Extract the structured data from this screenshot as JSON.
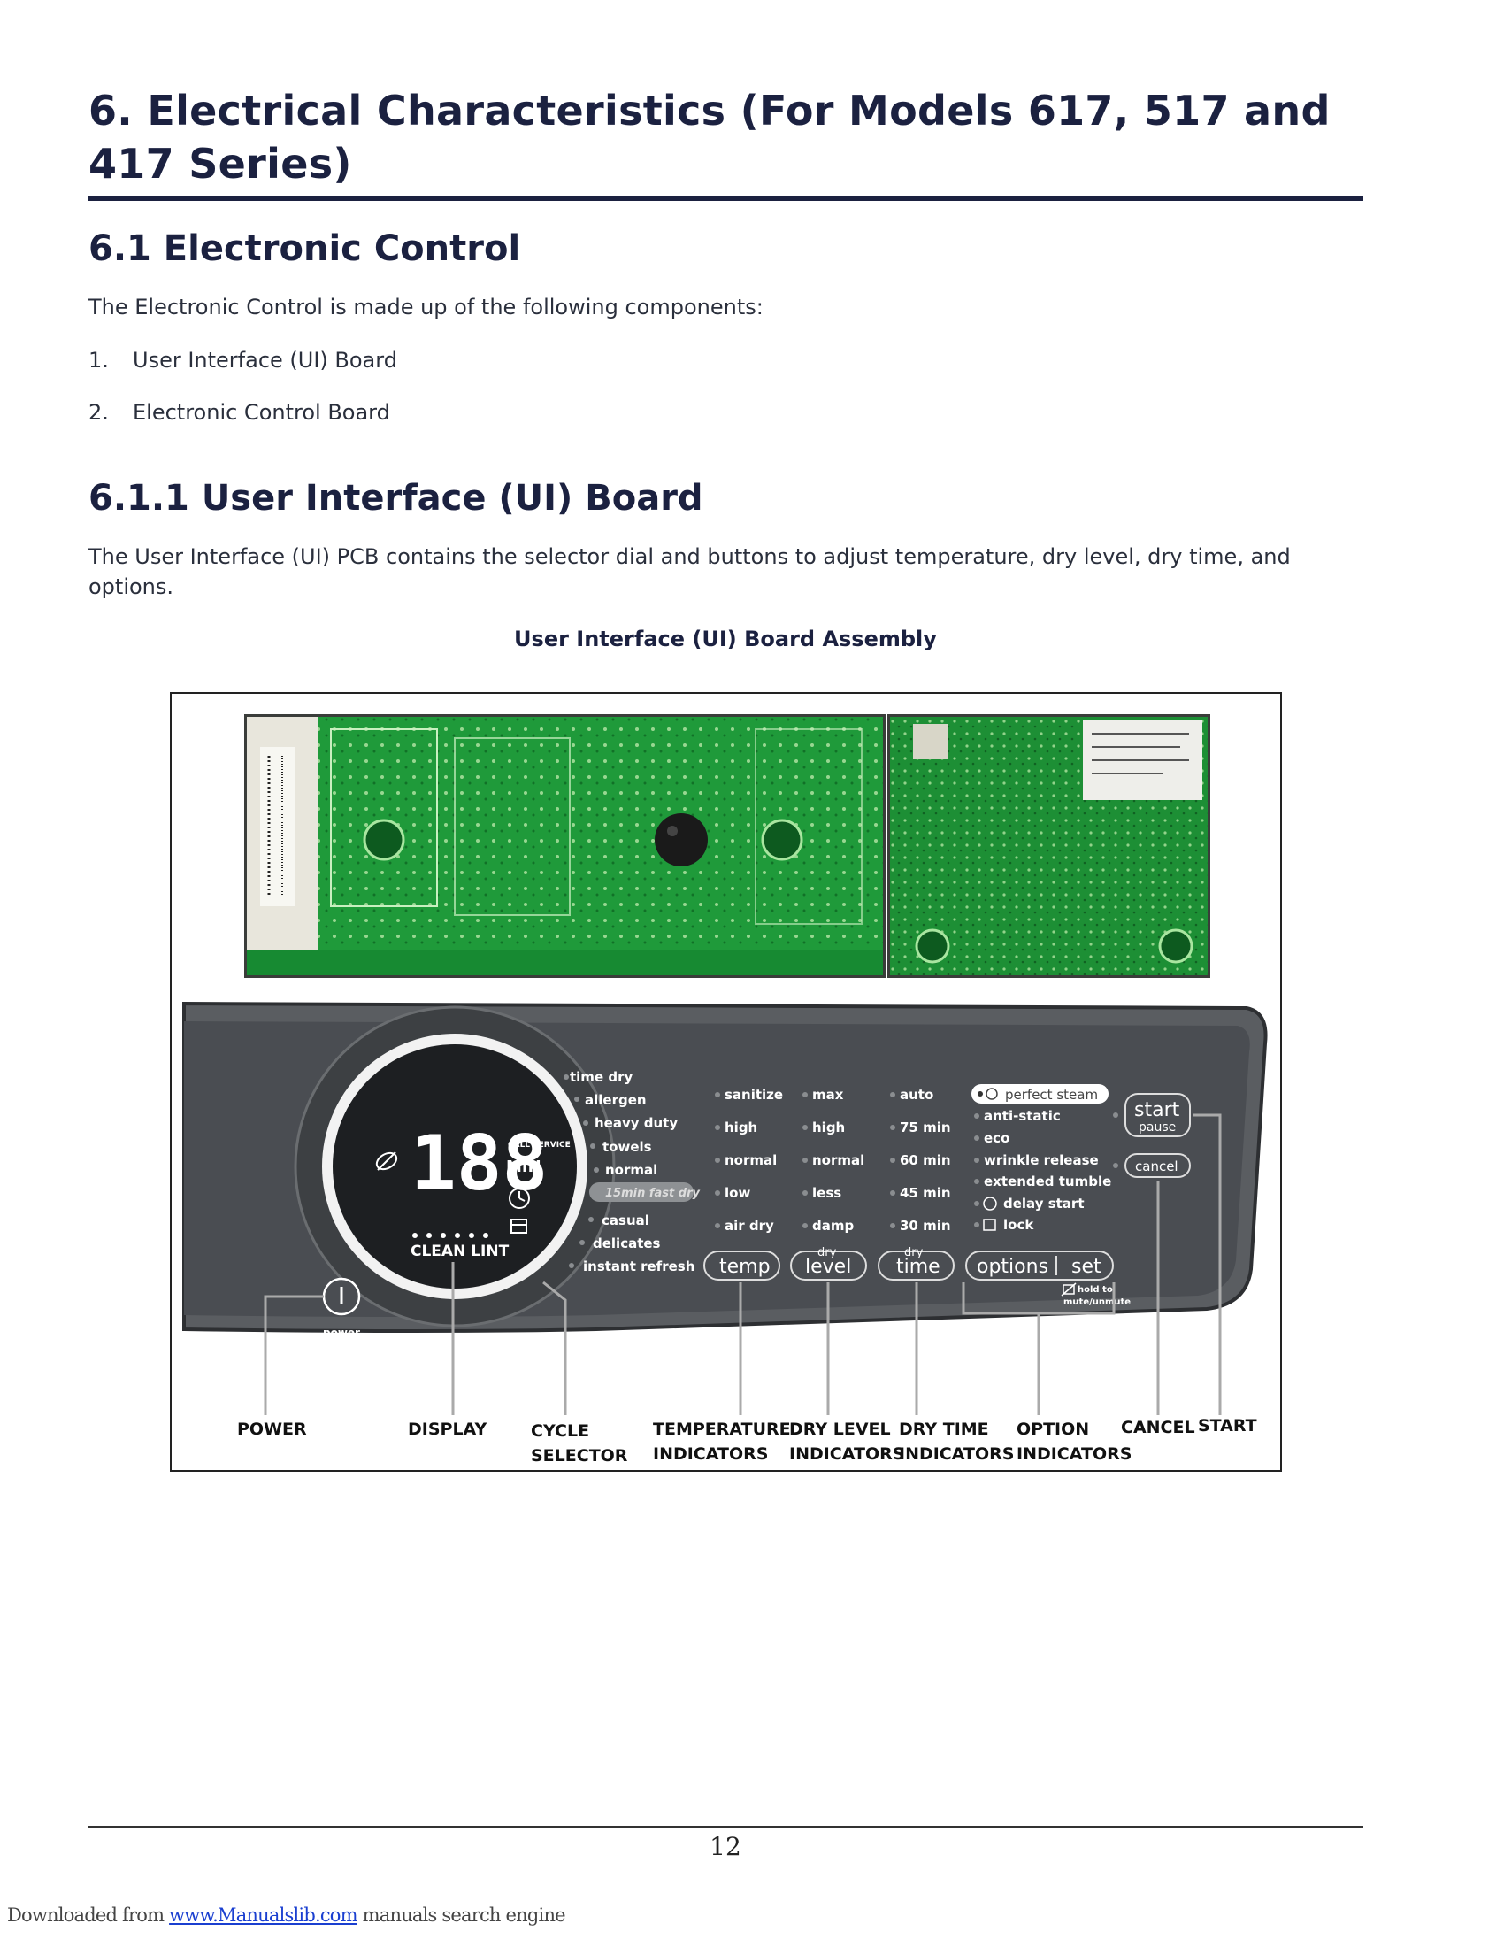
{
  "heading1": "6. Electrical Characteristics (For Models 617, 517 and 417 Series)",
  "heading2": "6.1 Electronic Control",
  "intro": "The Electronic Control is made up of the following components:",
  "components": [
    {
      "num": "1.",
      "label": "User Interface (UI) Board"
    },
    {
      "num": "2.",
      "label": "Electronic Control Board"
    }
  ],
  "heading3": "6.1.1 User Interface (UI) Board",
  "ui_description": "The User Interface (UI) PCB contains the selector dial and buttons to adjust temperature, dry level, dry time, and options.",
  "figure_caption": "User Interface (UI) Board Assembly",
  "panel": {
    "display_digits": "188",
    "display_call_service": "CALL SERVICE",
    "display_min": "MIN",
    "display_clean_lint": "CLEAN LINT",
    "power_label": "power",
    "cycles": [
      "time dry",
      "allergen",
      "heavy duty",
      "towels",
      "normal",
      "15min fast dry",
      "casual",
      "delicates",
      "instant refresh"
    ],
    "temp_options": [
      "sanitize",
      "high",
      "normal",
      "low",
      "air dry"
    ],
    "level_options": [
      "max",
      "high",
      "normal",
      "less",
      "damp"
    ],
    "time_options": [
      "auto",
      "75 min",
      "60 min",
      "45 min",
      "30 min"
    ],
    "extra_options": [
      "perfect steam",
      "anti-static",
      "eco",
      "wrinkle release",
      "extended tumble",
      "delay start",
      "lock"
    ],
    "btn_temp": "temp",
    "btn_level_top": "dry",
    "btn_level": "level",
    "btn_time_top": "dry",
    "btn_time": "time",
    "btn_options": "options",
    "btn_set": "set",
    "hold_note_1": "hold to",
    "hold_note_2": "mute/unmute",
    "btn_start": "start",
    "btn_pause": "pause",
    "btn_cancel": "cancel"
  },
  "callouts": {
    "power": "POWER",
    "display": "DISPLAY",
    "cycle_1": "CYCLE",
    "cycle_2": "SELECTOR",
    "temp_1": "TEMPERATURE",
    "temp_2": "INDICATORS",
    "level_1": "DRY LEVEL",
    "level_2": "INDICATORS",
    "time_1": "DRY TIME",
    "time_2": "INDICATORS",
    "option_1": "OPTION",
    "option_2": "INDICATORS",
    "cancel": "CANCEL",
    "start": "START"
  },
  "page_number": "12",
  "footer_prefix": "Downloaded from ",
  "footer_link": "www.Manualslib.com",
  "footer_suffix": " manuals search engine"
}
